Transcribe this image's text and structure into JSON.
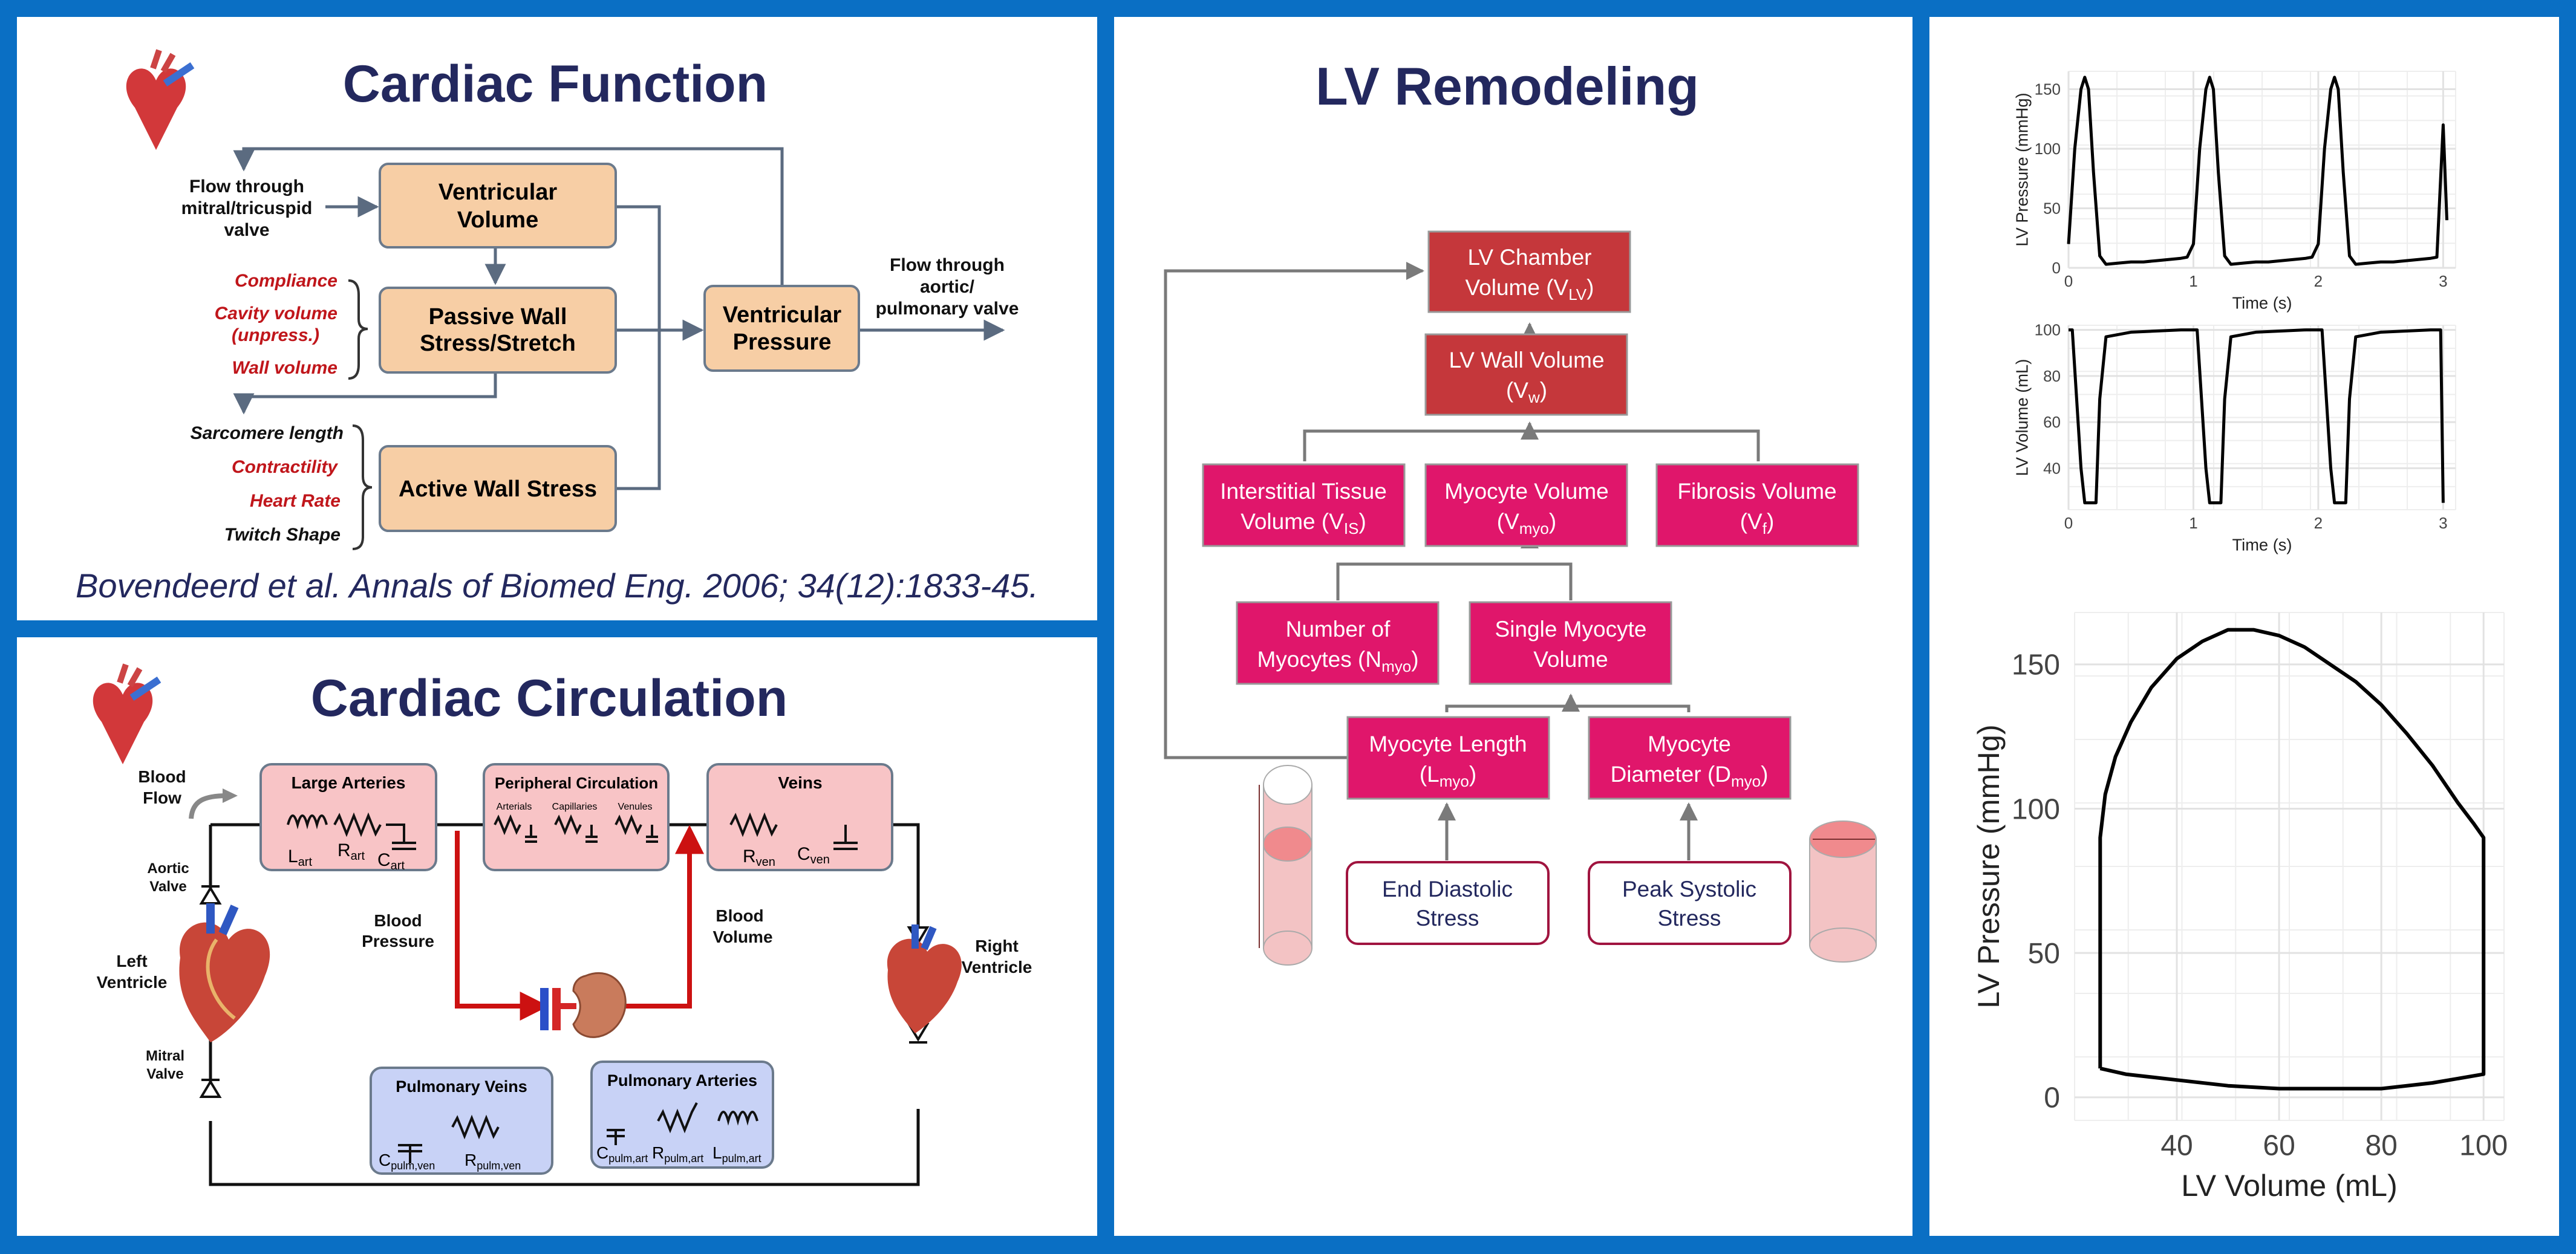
{
  "cardiac_function": {
    "title": "Cardiac Function",
    "ventricular_volume": [
      "Ventricular",
      "Volume"
    ],
    "passive_wall": [
      "Passive Wall",
      "Stress/Stretch"
    ],
    "active_wall": "Active Wall Stress",
    "ventricular_pressure": [
      "Ventricular",
      "Pressure"
    ],
    "flow_in": [
      "Flow through",
      "mitral/tricuspid",
      "valve"
    ],
    "flow_out": [
      "Flow through",
      "aortic/",
      "pulmonary valve"
    ],
    "passive_inputs": [
      "Compliance",
      "Cavity volume",
      "(unpress.)",
      "Wall volume"
    ],
    "active_inputs": [
      "Sarcomere length",
      "Contractility",
      "Heart Rate",
      "Twitch Shape"
    ],
    "citation": "Bovendeerd et al. Annals of Biomed Eng. 2006; 34(12):1833-45."
  },
  "cardiac_circulation": {
    "title": "Cardiac Circulation",
    "blood_flow": [
      "Blood",
      "Flow"
    ],
    "aortic_valve": [
      "Aortic",
      "Valve"
    ],
    "left_ventricle": [
      "Left",
      "Ventricle"
    ],
    "mitral_valve": [
      "Mitral",
      "Valve"
    ],
    "right_ventricle": [
      "Right",
      "Ventricle"
    ],
    "blood_pressure": [
      "Blood",
      "Pressure"
    ],
    "blood_volume": [
      "Blood",
      "Volume"
    ],
    "large_arteries": {
      "title": "Large Arteries",
      "l": "L",
      "l_sub": "art",
      "r": "R",
      "r_sub": "art",
      "c": "C",
      "c_sub": "art"
    },
    "peripheral": {
      "title": "Peripheral Circulation",
      "sub": [
        "Arterials",
        "Capillaries",
        "Venules"
      ]
    },
    "veins": {
      "title": "Veins",
      "r": "R",
      "r_sub": "ven",
      "c": "C",
      "c_sub": "ven"
    },
    "pulmonary_veins": {
      "title": "Pulmonary Veins",
      "c": "C",
      "c_sub": "pulm,ven",
      "r": "R",
      "r_sub": "pulm,ven"
    },
    "pulmonary_arteries": {
      "title": "Pulmonary Arteries",
      "c": "C",
      "c_sub": "pulm,art",
      "r": "R",
      "r_sub": "pulm,art",
      "l": "L",
      "l_sub": "pulm,art"
    }
  },
  "lv_remodeling": {
    "title": "LV Remodeling",
    "chamber": {
      "line1": "LV Chamber",
      "line2": "Volume (V",
      "sub": "LV",
      "close": ")"
    },
    "wall": {
      "line1": "LV Wall Volume",
      "line2": "(V",
      "sub": "w",
      "close": ")"
    },
    "interstitial": {
      "line1": "Interstitial Tissue",
      "line2": "Volume (V",
      "sub": "IS",
      "close": ")"
    },
    "myocyte_volume": {
      "line1": "Myocyte Volume",
      "line2": "(V",
      "sub": "myo",
      "close": ")"
    },
    "fibrosis": {
      "line1": "Fibrosis Volume",
      "line2": "(V",
      "sub": "f",
      "close": ")"
    },
    "number": {
      "line1": "Number of",
      "line2": "Myocytes (N",
      "sub": "myo",
      "close": ")"
    },
    "single": {
      "line1": "Single Myocyte",
      "line2": "Volume"
    },
    "length": {
      "line1": "Myocyte Length",
      "line2": "(L",
      "sub": "myo",
      "close": ")"
    },
    "diameter": {
      "line1": "Myocyte",
      "line2": "Diameter (D",
      "sub": "myo",
      "close": ")"
    },
    "eds": {
      "line1": "End Diastolic",
      "line2": "Stress"
    },
    "pss": {
      "line1": "Peak Systolic",
      "line2": "Stress"
    }
  },
  "colors": {
    "box_dark": "#c5373b",
    "box_pink": "#e0166b",
    "box_orange": "#f7ceA5",
    "box_pink_light": "#f8c4c6",
    "box_blue": "#c8d2f6",
    "title_navy": "#23285e",
    "frame_blue": "#0a6fc4"
  },
  "chart_data": [
    {
      "type": "line",
      "xlabel": "Time (s)",
      "ylabel": "LV Pressure (mmHg)",
      "xticks": [
        0,
        1,
        2,
        3
      ],
      "yticks": [
        0,
        50,
        100,
        150
      ],
      "xlim": [
        0,
        3.1
      ],
      "ylim": [
        0,
        165
      ],
      "grid": true,
      "x": [
        0.0,
        0.05,
        0.1,
        0.13,
        0.16,
        0.2,
        0.25,
        0.3,
        0.4,
        0.5,
        0.6,
        0.7,
        0.8,
        0.9,
        0.95,
        1.0,
        1.05,
        1.1,
        1.13,
        1.16,
        1.2,
        1.25,
        1.3,
        1.4,
        1.5,
        1.6,
        1.7,
        1.8,
        1.9,
        1.95,
        2.0,
        2.05,
        2.1,
        2.13,
        2.16,
        2.2,
        2.25,
        2.3,
        2.4,
        2.5,
        2.6,
        2.7,
        2.8,
        2.9,
        2.95,
        3.0,
        3.03
      ],
      "y": [
        20,
        100,
        150,
        160,
        150,
        80,
        10,
        3,
        4,
        5,
        5,
        6,
        7,
        8,
        9,
        20,
        100,
        150,
        160,
        150,
        80,
        10,
        3,
        4,
        5,
        5,
        6,
        7,
        8,
        9,
        20,
        100,
        150,
        160,
        150,
        80,
        10,
        3,
        4,
        5,
        5,
        6,
        7,
        8,
        9,
        120,
        40
      ]
    },
    {
      "type": "line",
      "xlabel": "Time (s)",
      "ylabel": "LV Volume (mL)",
      "xticks": [
        0,
        1,
        2,
        3
      ],
      "yticks": [
        40,
        60,
        80,
        100
      ],
      "xlim": [
        0,
        3.1
      ],
      "ylim": [
        22,
        102
      ],
      "grid": true,
      "x": [
        0.0,
        0.03,
        0.1,
        0.13,
        0.22,
        0.25,
        0.3,
        0.5,
        0.9,
        0.98,
        1.0,
        1.03,
        1.1,
        1.13,
        1.22,
        1.25,
        1.3,
        1.5,
        1.9,
        1.98,
        2.0,
        2.03,
        2.1,
        2.13,
        2.22,
        2.25,
        2.3,
        2.5,
        2.9,
        2.98,
        3.0
      ],
      "y": [
        100,
        100,
        40,
        25,
        25,
        70,
        97,
        99,
        100,
        100,
        100,
        100,
        40,
        25,
        25,
        70,
        97,
        99,
        100,
        100,
        100,
        100,
        40,
        25,
        25,
        70,
        97,
        99,
        100,
        100,
        25
      ]
    },
    {
      "type": "line",
      "xlabel": "LV Volume (mL)",
      "ylabel": "LV Pressure (mmHg)",
      "xticks": [
        40,
        60,
        80,
        100
      ],
      "yticks": [
        0,
        50,
        100,
        150
      ],
      "xlim": [
        20,
        104
      ],
      "ylim": [
        -8,
        168
      ],
      "grid": true,
      "x": [
        25,
        25,
        26,
        28,
        31,
        35,
        40,
        45,
        50,
        55,
        60,
        65,
        70,
        75,
        80,
        85,
        90,
        95,
        98,
        100,
        100,
        100,
        90,
        80,
        70,
        60,
        50,
        40,
        30,
        25
      ],
      "y": [
        10,
        90,
        105,
        118,
        130,
        142,
        152,
        158,
        162,
        162,
        160,
        156,
        150,
        144,
        136,
        126,
        115,
        102,
        95,
        90,
        50,
        8,
        5,
        3,
        3,
        3,
        4,
        6,
        8,
        10
      ]
    }
  ]
}
